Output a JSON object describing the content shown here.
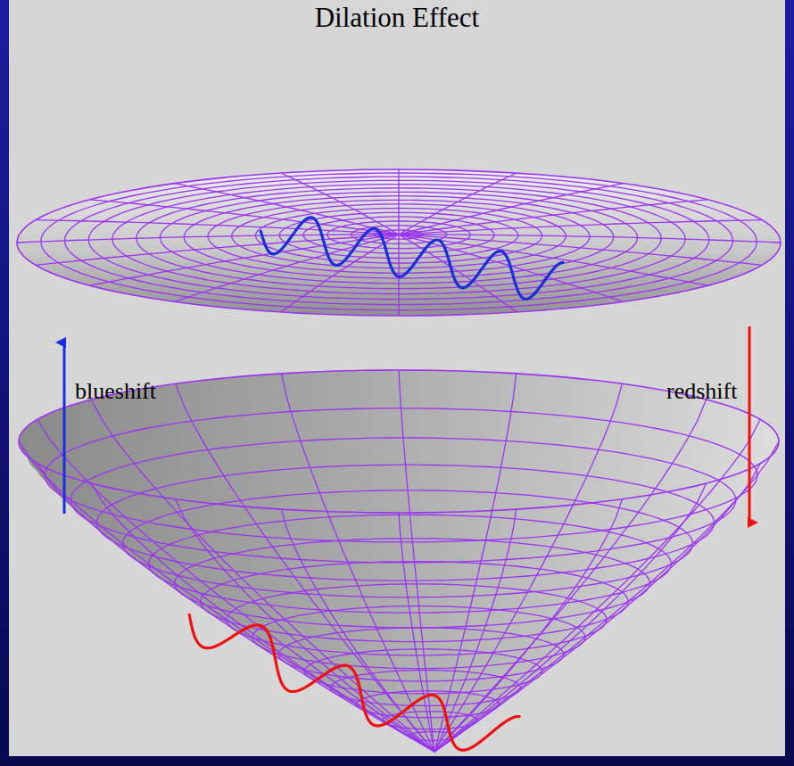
{
  "diagram": {
    "title": "Dilation Effect",
    "labels": [
      "blueshift",
      "redshift"
    ]
  }
}
